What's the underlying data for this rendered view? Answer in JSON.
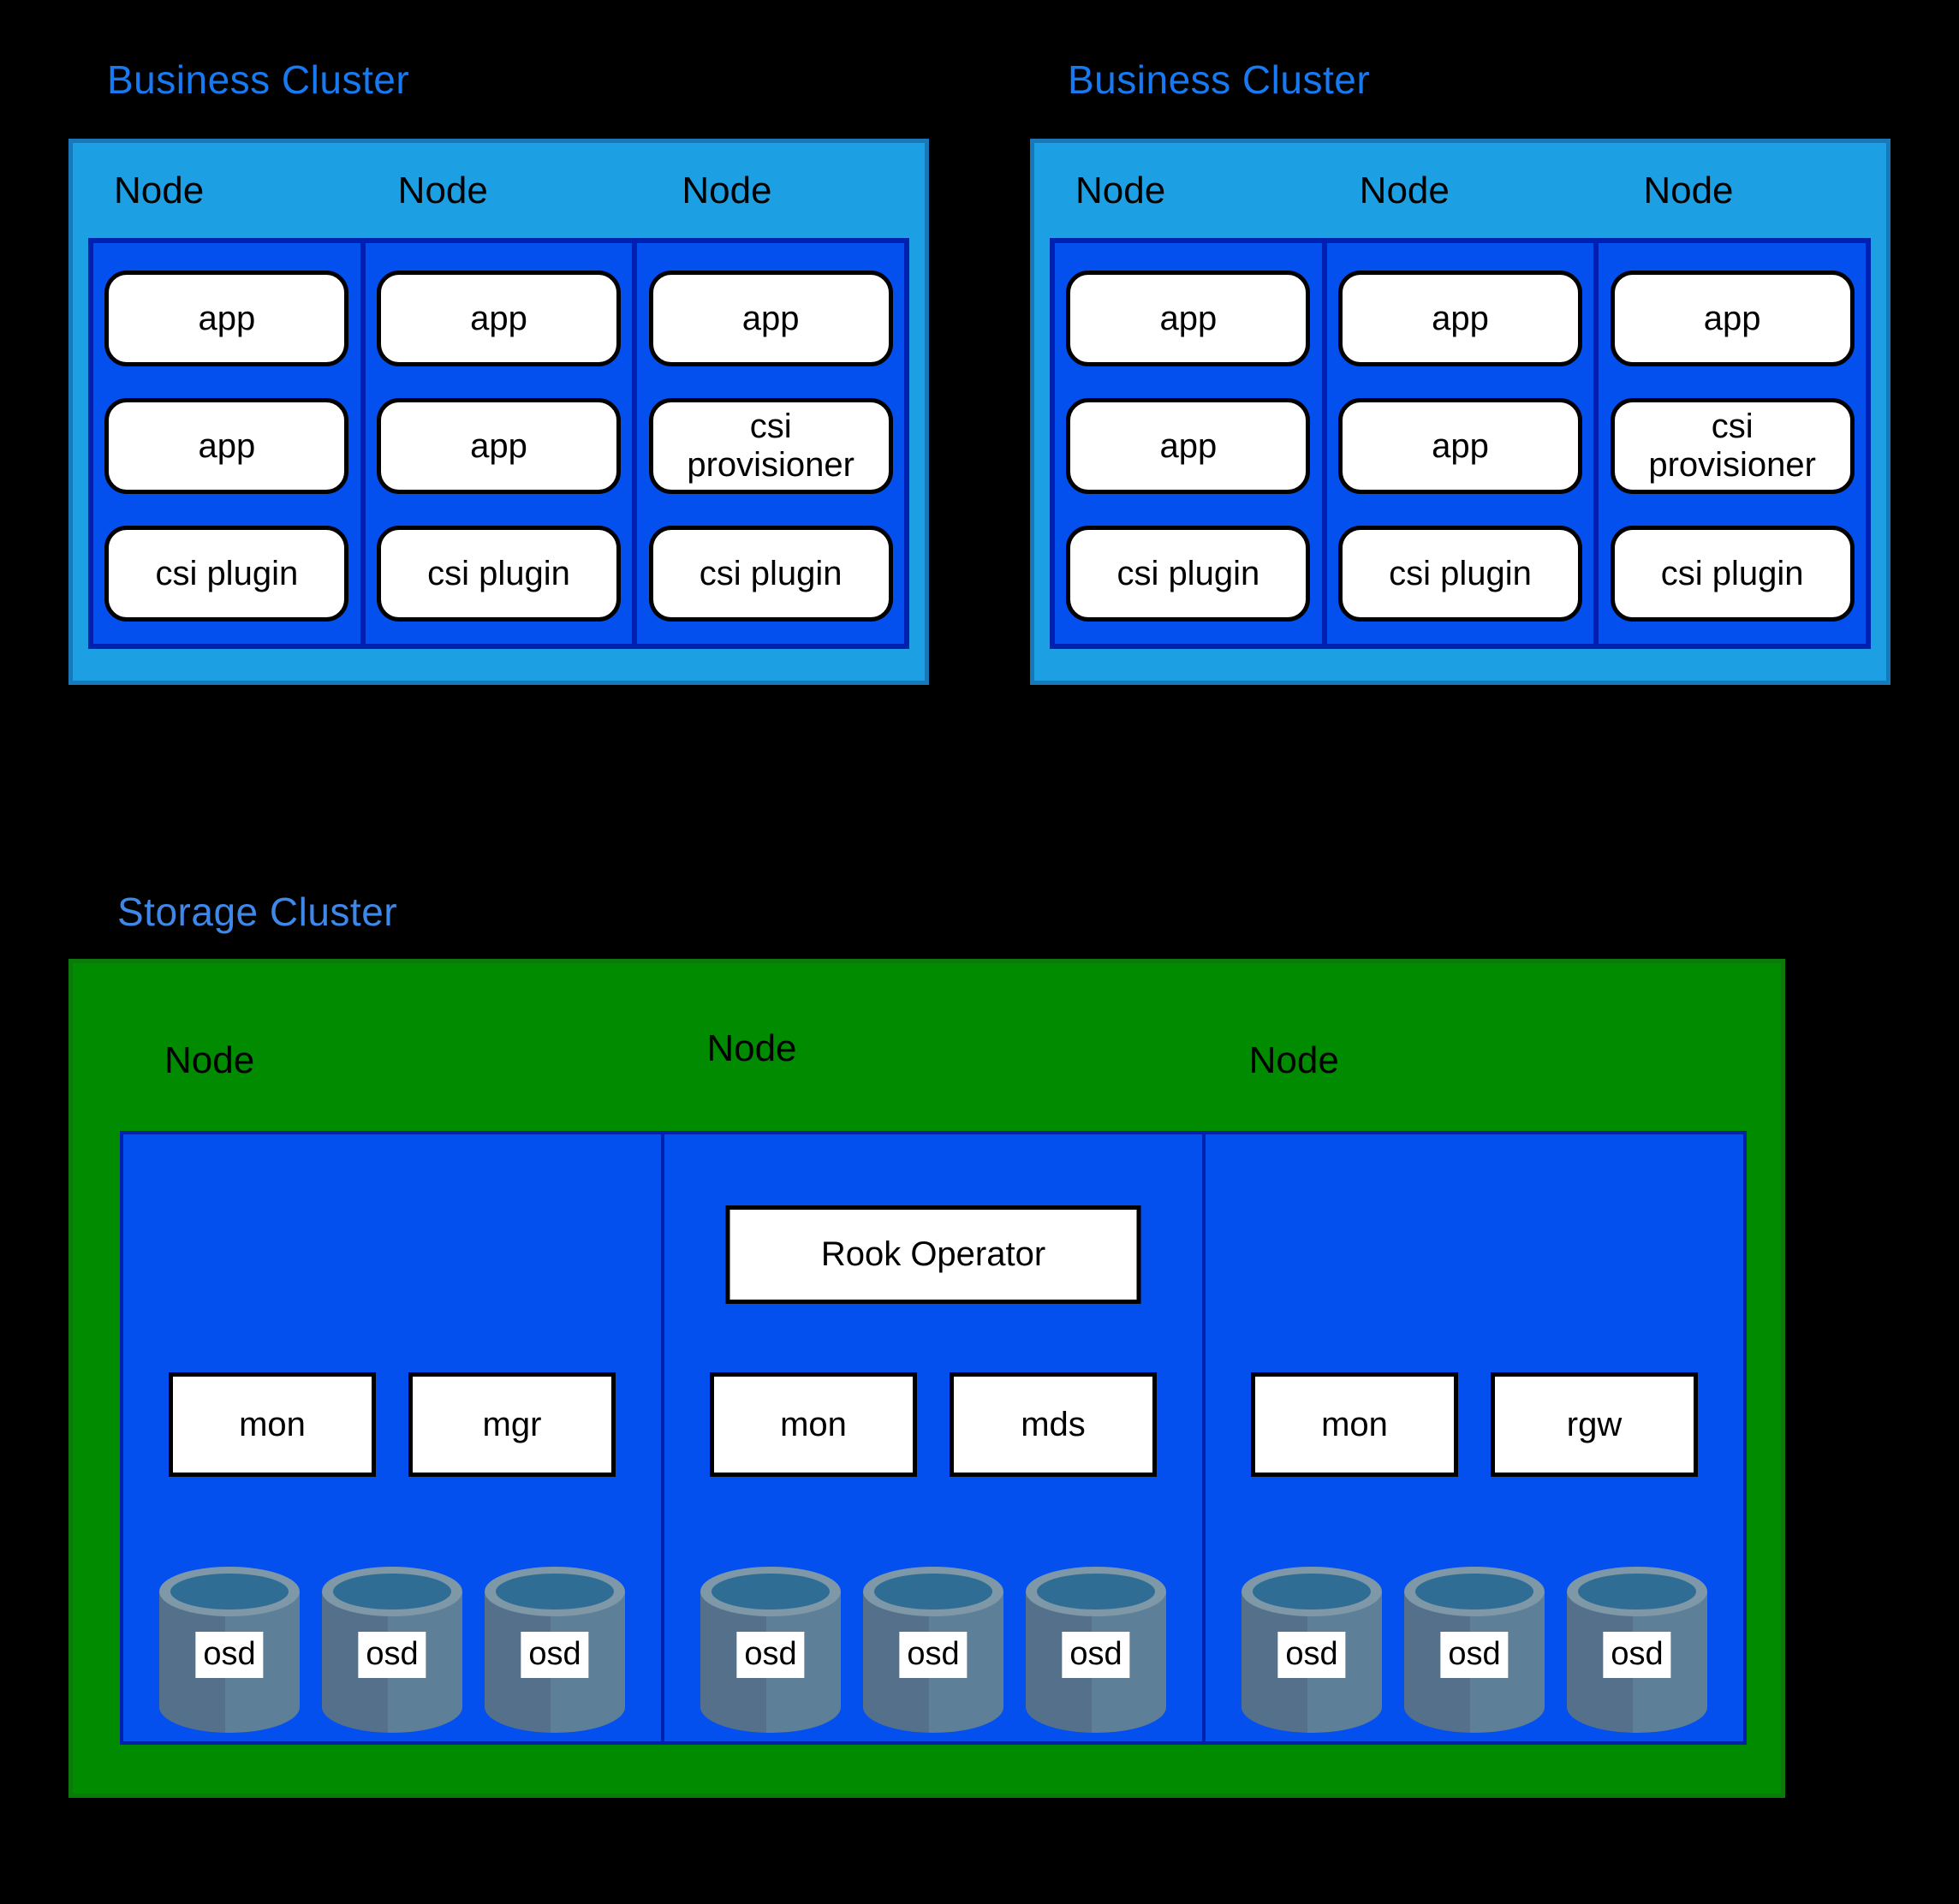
{
  "colors": {
    "background": "#000000",
    "business_cluster_fill": "#1CA0E3",
    "business_cluster_border": "#1779B9",
    "node_column_fill": "#0350EE",
    "node_column_border": "#0021B0",
    "storage_cluster_fill": "#008B00",
    "storage_cluster_border": "#0B7A0B",
    "box_fill": "#FFFFFF",
    "box_border": "#000000",
    "business_title_color": "#187AF2",
    "storage_title_color": "#3E88EA",
    "cylinder_body_left": "#54708A",
    "cylinder_body_right": "#5E7F98",
    "cylinder_rim": "#7E98A8",
    "cylinder_opening": "#2F6D94"
  },
  "business_clusters": [
    {
      "title": "Business Cluster",
      "nodes": [
        {
          "label": "Node",
          "pods": [
            "app",
            "app",
            "csi plugin"
          ]
        },
        {
          "label": "Node",
          "pods": [
            "app",
            "app",
            "csi plugin"
          ]
        },
        {
          "label": "Node",
          "pods": [
            "app",
            "csi provisioner",
            "csi plugin"
          ]
        }
      ]
    },
    {
      "title": "Business Cluster",
      "nodes": [
        {
          "label": "Node",
          "pods": [
            "app",
            "app",
            "csi plugin"
          ]
        },
        {
          "label": "Node",
          "pods": [
            "app",
            "app",
            "csi plugin"
          ]
        },
        {
          "label": "Node",
          "pods": [
            "app",
            "csi provisioner",
            "csi plugin"
          ]
        }
      ]
    }
  ],
  "storage_cluster": {
    "title": "Storage Cluster",
    "nodes": [
      {
        "label": "Node",
        "operator": "",
        "services": [
          "mon",
          "mgr"
        ],
        "osds": [
          "osd",
          "osd",
          "osd"
        ]
      },
      {
        "label": "Node",
        "operator": "Rook Operator",
        "services": [
          "mon",
          "mds"
        ],
        "osds": [
          "osd",
          "osd",
          "osd"
        ]
      },
      {
        "label": "Node",
        "operator": "",
        "services": [
          "mon",
          "rgw"
        ],
        "osds": [
          "osd",
          "osd",
          "osd"
        ]
      }
    ]
  }
}
